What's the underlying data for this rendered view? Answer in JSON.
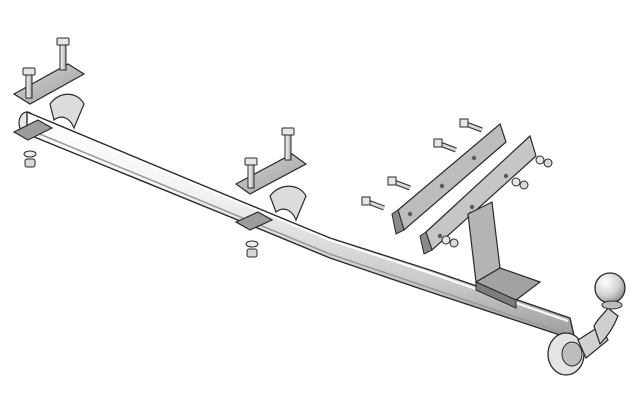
{
  "colors": {
    "background": "#ffffff",
    "outline": "#2a2a2a",
    "tube_light": "#f2f2f2",
    "tube_shadow": "#8f8f8f",
    "plate_fill": "#b9b9b9",
    "plate_dark": "#8a8a8a",
    "plate_light": "#e9e9e9",
    "bolt_fill": "#d9d9d9"
  },
  "parts": {
    "crossbar": "tow-bar-tube",
    "left_mount": "left-mounting-bracket",
    "center_mount": "center-mounting-bracket",
    "side_plates": "side-mounting-plates",
    "center_support": "center-support-bracket",
    "tow_ball": "tow-ball",
    "ball_flange": "ball-mounting-flange",
    "bolts": "mounting-bolts",
    "nuts": "nuts-and-washers"
  }
}
